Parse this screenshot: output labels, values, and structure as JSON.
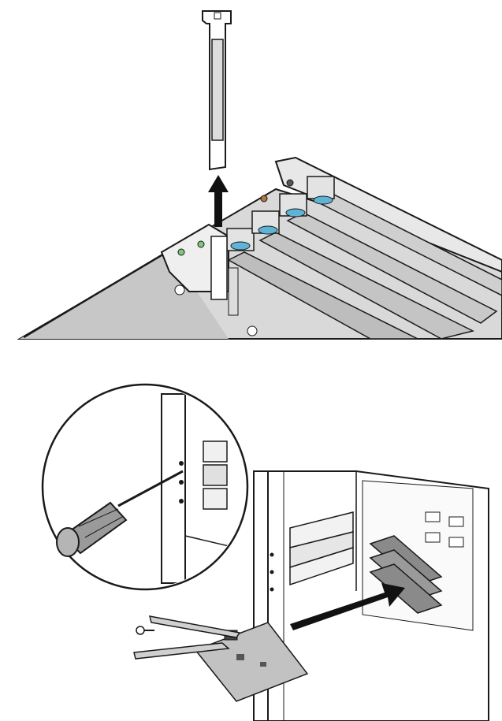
{
  "figure": {
    "panels": [
      {
        "id": "remove-bracket",
        "arrow_direction": "up"
      },
      {
        "id": "insert-card",
        "arrow_direction": "right"
      }
    ],
    "colors": {
      "line": "#1a1a1a",
      "chassis_floor": "#cfcfcf",
      "card": "#bdbdbd",
      "slot_accent": "#5fb4d6",
      "green_tab": "#7dc87a",
      "amber_dot": "#b0763c",
      "arrow": "#111111"
    }
  }
}
